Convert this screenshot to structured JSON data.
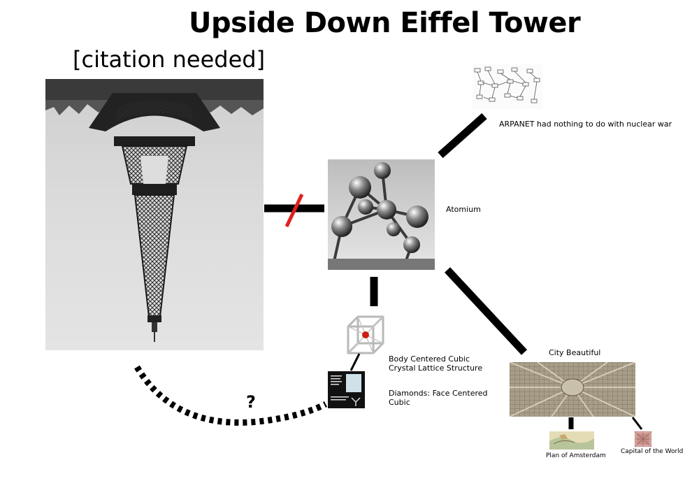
{
  "title": "Upside Down Eiffel Tower",
  "subtitle": "[citation needed]",
  "nodes": {
    "arpanet": "ARPANET had nothing to do with nuclear war",
    "atomium": "Atomium",
    "bcc_line1": "Body Centered Cubic",
    "bcc_line2": "Crystal Lattice Structure",
    "diamonds_line1": "Diamonds: Face Centered",
    "diamonds_line2": "Cubic",
    "city_beautiful": "City Beautiful",
    "amsterdam": "Plan of Amsterdam",
    "capital": "Capital of the World"
  },
  "question_mark": "?",
  "colors": {
    "connector": "#000000",
    "strike": "#e0201f",
    "atom_center": "#cc1b12",
    "photo_gray": "#d6d6d6",
    "map_brown": "#9a8f78"
  }
}
